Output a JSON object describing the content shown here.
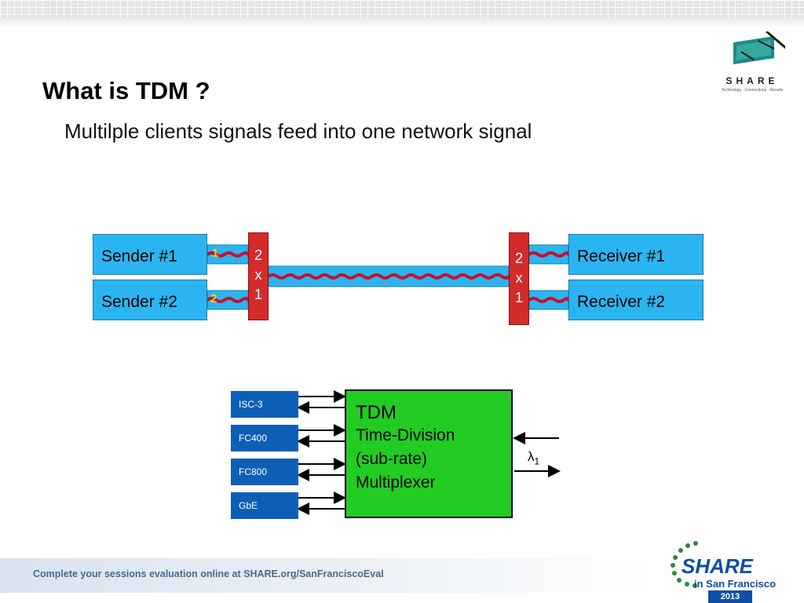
{
  "slide": {
    "title": "What is TDM ?",
    "subtitle": "Multilple clients signals feed into one network signal"
  },
  "logo": {
    "text": "SHARE",
    "tagline": "Technology · Connections · Results"
  },
  "top_diagram": {
    "senders": [
      "Sender #1",
      "Sender #2"
    ],
    "receivers": [
      "Receiver #1",
      "Receiver #2"
    ],
    "channel_labels": [
      "1",
      "2"
    ],
    "mux_label": [
      "2",
      "x",
      "1"
    ],
    "colors": {
      "box": "#2bb5f0",
      "mux": "#d42b2b",
      "channel_label": "#ffd400",
      "wave": "#c8102e"
    }
  },
  "bottom_diagram": {
    "ports": [
      "ISC-3",
      "FC400",
      "FC800",
      "GbE"
    ],
    "tdm_title": "TDM",
    "tdm_lines": [
      "Time-Division",
      "(sub-rate)",
      "Multiplexer"
    ],
    "lambda_symbol": "λ",
    "lambda_sub": "1",
    "colors": {
      "port": "#0d5fb6",
      "tdm": "#22cc22"
    }
  },
  "footer": {
    "evaluation_text": "Complete your sessions evaluation online at SHARE.org/SanFranciscoEval",
    "brand": "SHARE",
    "brand_sub": "in San Francisco",
    "year": "2013"
  }
}
